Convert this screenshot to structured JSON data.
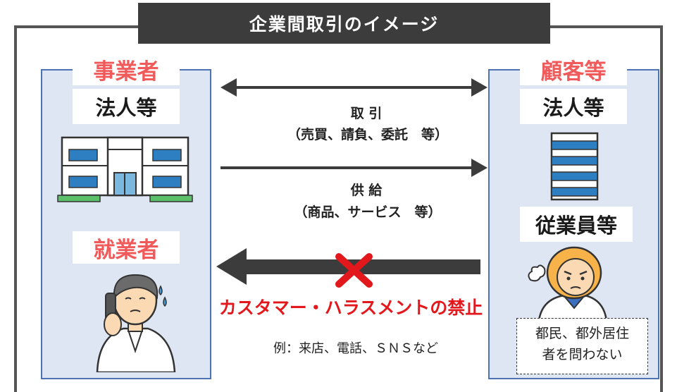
{
  "title": "企業間取引のイメージ",
  "left_panel": {
    "heading": "事業者",
    "corp_label": "法人等",
    "worker_heading": "就業者"
  },
  "right_panel": {
    "heading": "顧客等",
    "corp_label": "法人等",
    "employee_label": "従業員等",
    "note_line1": "都民、都外居住",
    "note_line2": "者を問わない"
  },
  "arrows": {
    "transaction_title": "取 引",
    "transaction_detail": "（売買、請負、委託　等）",
    "supply_title": "供 給",
    "supply_detail": "（商品、サービス　等）",
    "prohibition": "カスタマー・ハラスメントの禁止",
    "example": "例：来店、電話、ＳＮＳなど"
  },
  "colors": {
    "accent_red": "#f05a5a",
    "ban_red": "#e3181d",
    "panel_fill": "#dfe6f3",
    "panel_border": "#4e73b3",
    "arrow": "#3c3c3c"
  }
}
